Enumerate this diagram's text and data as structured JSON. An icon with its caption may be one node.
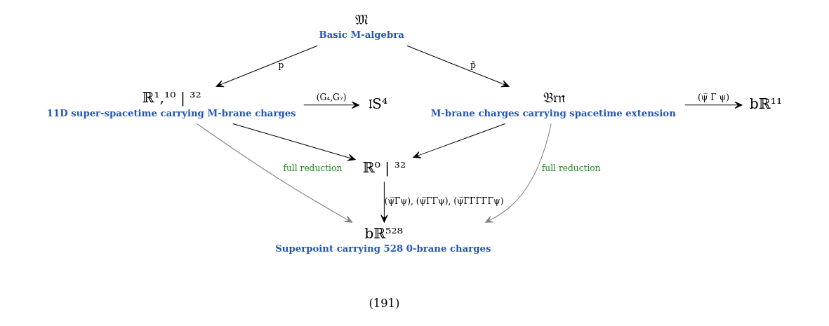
{
  "diagram": {
    "nodes": [
      {
        "text": [
          "𝔐"
        ],
        "beside": [
          "Basic M-algebra"
        ]
      },
      {
        "text": [
          "ℝ¹,¹⁰ | ³²"
        ],
        "beside": [
          "11D super-spacetime carrying M-brane charges"
        ]
      },
      {
        "text": [
          "𝔅𝔯𝔫"
        ],
        "beside": [
          "M-brane charges carrying spacetime extension"
        ]
      },
      {
        "text": [
          "𝔩S⁴"
        ]
      },
      {
        "text": [
          "bℝ¹¹"
        ]
      },
      {
        "text": [
          "ℝ⁰ | ³²"
        ]
      },
      {
        "text": [
          "bℝ⁵²⁸"
        ],
        "beside": [
          "Superpoint carrying 528 0-brane charges"
        ]
      }
    ],
    "edges": [
      {
        "from": 0,
        "to": 1,
        "arrow": "to",
        "label": "p"
      },
      {
        "from": 0,
        "to": 2,
        "arrow": "to",
        "label": "p̃"
      },
      {
        "from": 1,
        "to": 3,
        "arrow": "to",
        "label": "(G₄,G₇)"
      },
      {
        "from": 2,
        "to": 4,
        "arrow": "to",
        "label": "(ψ̅ Γ ψ)"
      },
      {
        "from": 1,
        "to": 5,
        "arrow": "to"
      },
      {
        "from": 2,
        "to": 5,
        "arrow": "to"
      },
      {
        "from": 5,
        "to": 6,
        "arrow": "to",
        "label": "(ψ̅Γψ), (ψ̅ΓΓψ), (ψ̅ΓΓΓΓΓψ)"
      },
      {
        "from": 1,
        "to": 6,
        "arrow": "to",
        "label": "full reduction",
        "color": "#808080"
      },
      {
        "from": 2,
        "to": 6,
        "arrow": "to",
        "label": "full reduction",
        "color": "#808080"
      }
    ],
    "labels": [
      "(191)"
    ]
  }
}
